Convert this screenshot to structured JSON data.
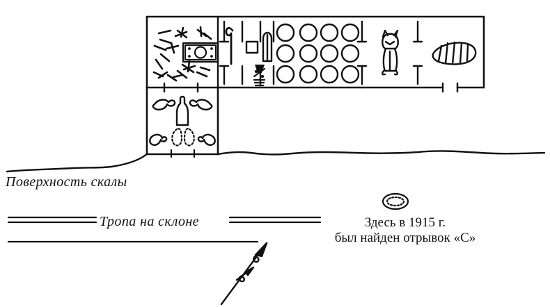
{
  "figure": {
    "kind": "archaeological-site-plan",
    "ink_color": "#111111",
    "background_color": "#ffffff"
  },
  "labels": {
    "rock_surface": "Поверхность скалы",
    "slope_path": "Тропа на склоне"
  },
  "caption": {
    "line1": "Здесь в 1915 г.",
    "line2": "был найден отрывок «C»"
  },
  "chambers": [
    {
      "name": "debris-chamber",
      "contents": "scattered stick marks and framed rectangle with central circle"
    },
    {
      "name": "antechamber-symbols",
      "contents": "crook glyph, square glyph, shrine arch glyph, composite glyph"
    },
    {
      "name": "vessel-hall",
      "contents": "grid of round vessels",
      "vessel_rows": 3,
      "vessel_columns": 4,
      "vessel_total": 12
    },
    {
      "name": "cat-chamber",
      "contents": "seated cat figure"
    },
    {
      "name": "mummy-chamber",
      "contents": "wrapped bundle figure"
    },
    {
      "name": "lower-chamber",
      "contents": "four bird shapes, central jar, two dotted footprints"
    }
  ],
  "markers": {
    "find_spot": "oval find-spot marker",
    "north_arrow": "north arrow"
  }
}
